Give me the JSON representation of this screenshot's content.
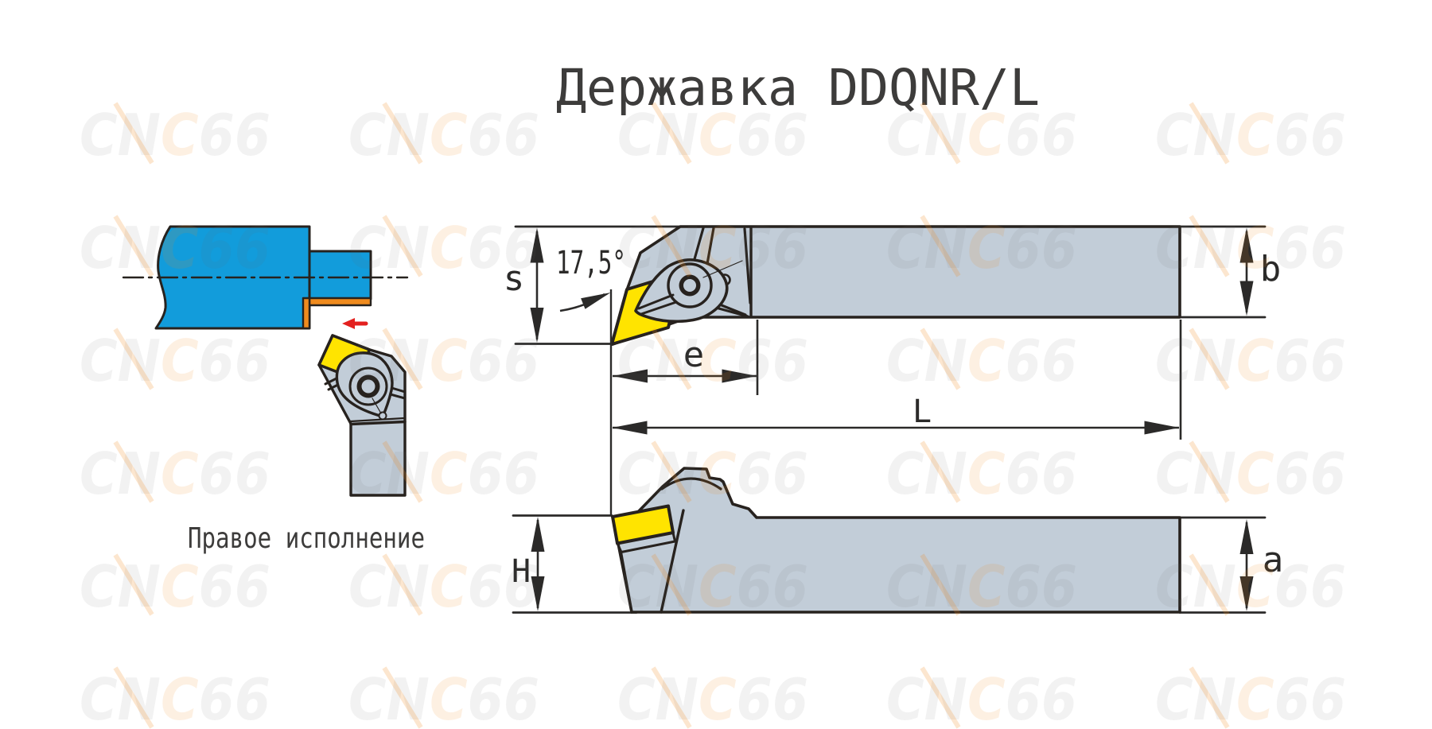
{
  "title": "Державка DDQNR/L",
  "caption": "Правое исполнение",
  "watermark": {
    "part1": "CN",
    "part2": "C",
    "part3": "66"
  },
  "dimensions": {
    "s": "s",
    "e": "e",
    "L": "L",
    "b": "b",
    "H": "H",
    "a": "a",
    "angle": "17,5°"
  },
  "colors": {
    "bg": "#ffffff",
    "outline": "#27221e",
    "dim": "#2b2a29",
    "title-color": "#3d3c3b",
    "body-gray": "#c2cdd8",
    "insert-yellow": "#ffe400",
    "workpiece-blue": "#129cdb",
    "chip-orange": "#ef8b1e",
    "feed-red": "#e3211f",
    "wm-gray": "rgba(100,100,100,0.088)",
    "wm-orange": "rgba(239,138,29,0.13)",
    "wm-slash": "rgba(239,138,29,0.21)"
  }
}
